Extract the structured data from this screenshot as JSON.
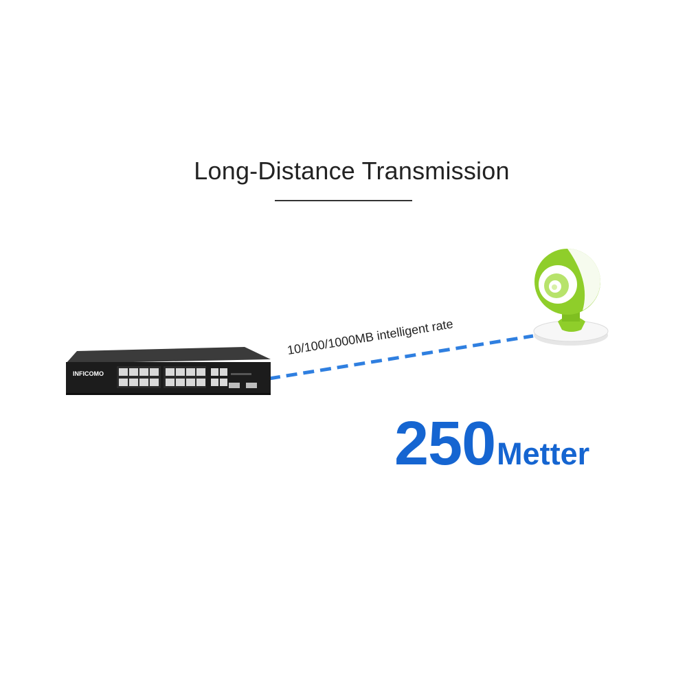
{
  "header": {
    "title": "Long-Distance Transmission"
  },
  "switch": {
    "brand": "INFICOMO"
  },
  "link": {
    "rate_label": "10/100/1000MB intelligent rate",
    "color": "#2f7fe0"
  },
  "distance": {
    "value": "250",
    "unit": "Metter",
    "color": "#1565d1"
  },
  "camera": {
    "color": "#8fce2a"
  }
}
